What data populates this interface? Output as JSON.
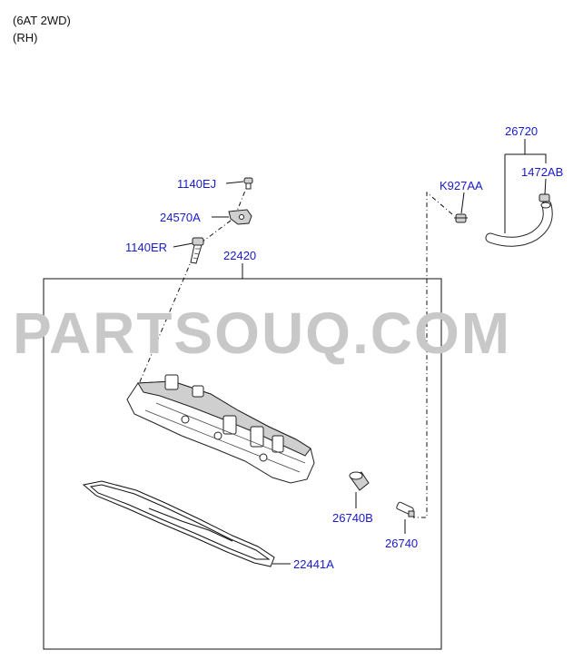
{
  "header": {
    "line1": "(6AT 2WD)",
    "line2": "(RH)"
  },
  "watermark": "PARTSOUQ.COM",
  "colors": {
    "label_color": "#1a1acc",
    "watermark_color": "#c8c8c8",
    "line_color": "#111111"
  },
  "labels": {
    "p26720": "26720",
    "p1472AB": "1472AB",
    "pK927AA": "K927AA",
    "p1140EJ": "1140EJ",
    "p24570A": "24570A",
    "p1140ER": "1140ER",
    "p22420": "22420",
    "p26740B": "26740B",
    "p26740": "26740",
    "p22441A": "22441A"
  }
}
